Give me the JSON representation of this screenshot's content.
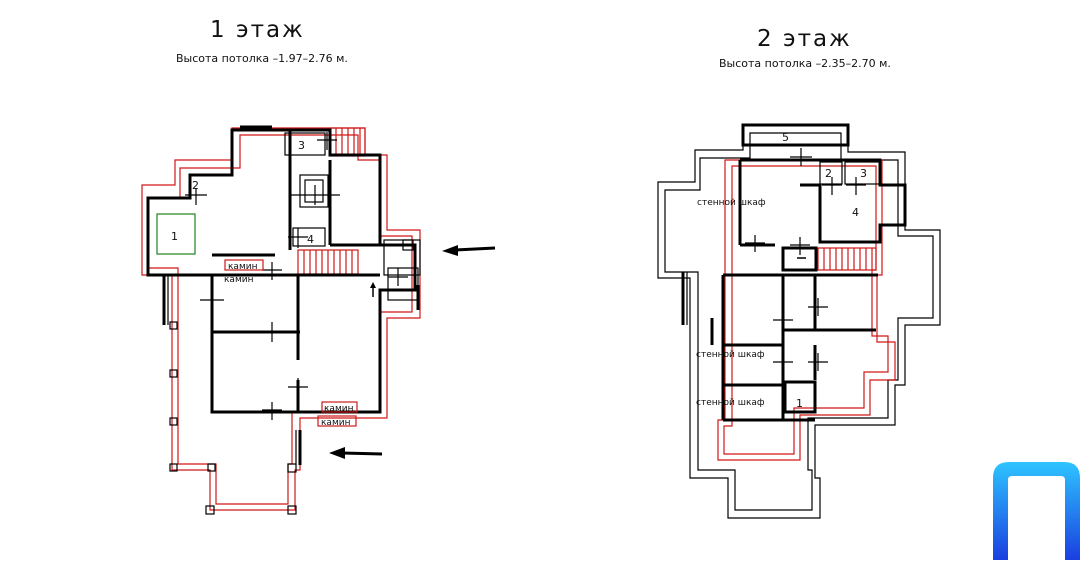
{
  "floor1": {
    "title": "1 этаж",
    "ceiling": "Высота потолка –1.97–2.76 м.",
    "rooms": [
      "1",
      "2",
      "3",
      "4"
    ],
    "fireplace": "камин"
  },
  "floor2": {
    "title": "2 этаж",
    "ceiling": "Высота потолка –2.35–2.70 м.",
    "rooms": [
      "1",
      "2",
      "3",
      "4",
      "5"
    ],
    "closet": "стенной шкаф"
  },
  "colors": {
    "walls": "#000000",
    "outline": "#d01818",
    "room1": "#2e8b2e",
    "logo_top": "#2ec4ff",
    "logo_bottom": "#1a3fe0"
  },
  "logo": {
    "icon": "p-letter-logo-icon"
  }
}
